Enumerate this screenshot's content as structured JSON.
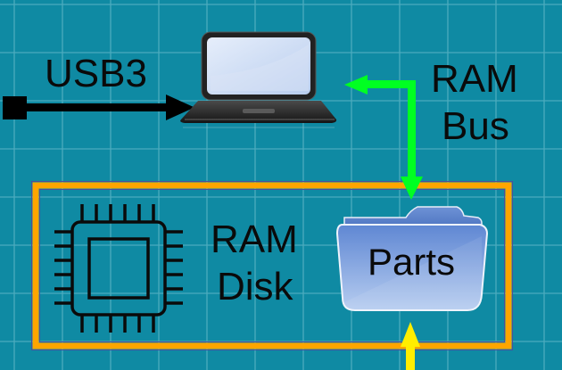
{
  "diagram": {
    "background_color": "#0f8aa3",
    "grid_color": "#5fb6c8",
    "nodes": {
      "laptop": {
        "name": "laptop",
        "icon": "laptop-icon"
      },
      "chip": {
        "name": "ram-chip",
        "icon": "cpu-chip-icon"
      },
      "folder": {
        "label": "Parts",
        "icon": "folder-icon"
      }
    },
    "labels": {
      "usb3": "USB3",
      "ram_bus_line1": "RAM",
      "ram_bus_line2": "Bus",
      "ram_disk_line1": "RAM",
      "ram_disk_line2": "Disk"
    },
    "container": {
      "name": "ram-disk-box",
      "border_color": "#ffa500"
    },
    "edges": [
      {
        "name": "usb3-connection",
        "from": "source",
        "to": "laptop",
        "color": "#000000"
      },
      {
        "name": "ram-bus-connection",
        "from": "folder",
        "to": "laptop",
        "bidirectional": true,
        "color": "#00ff22"
      },
      {
        "name": "input-arrow",
        "from": "external",
        "to": "ram-disk-box",
        "color": "#ffee00"
      }
    ]
  }
}
